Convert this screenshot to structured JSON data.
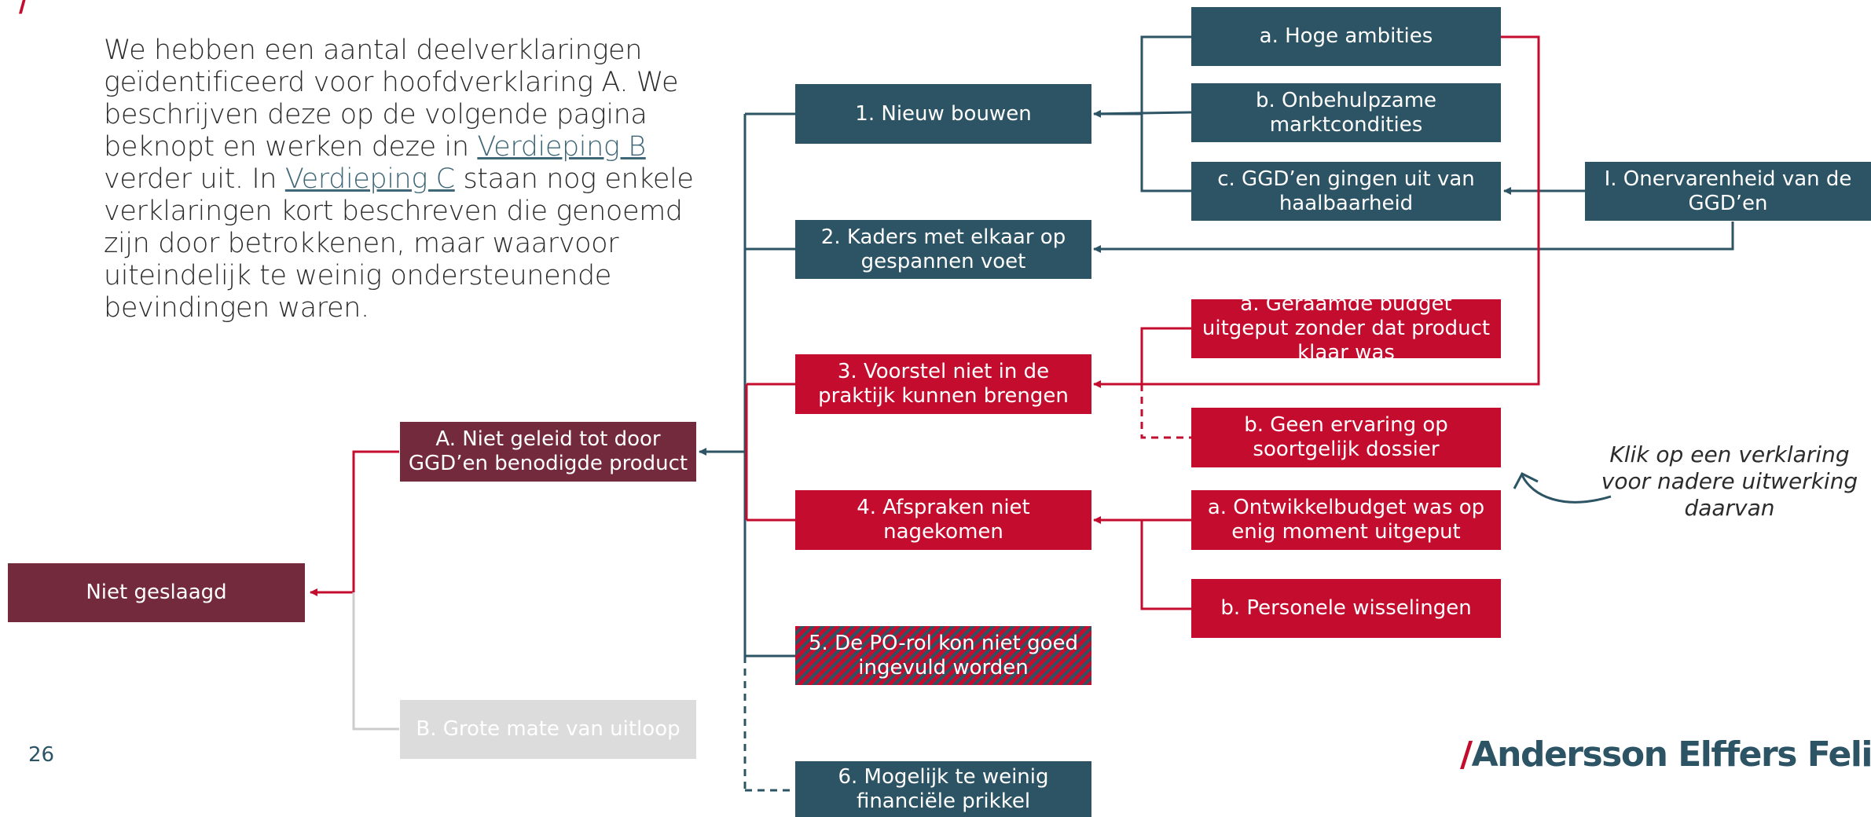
{
  "intro": {
    "part1": "We hebben een aantal deelverklaringen geïdentificeerd voor hoofdverklaring A. We beschrijven deze op de volgende pagina beknopt en werken deze in ",
    "link_b": "Verdieping B",
    "part2": " verder uit. In ",
    "link_c": "Verdieping C",
    "part3": " staan nog enkele verklaringen kort beschreven die genoemd zijn door betrokkenen, maar waarvoor uiteindelijk te weinig ondersteunende bevindingen waren."
  },
  "nodes": {
    "root": "Niet geslaagd",
    "a": "A. Niet geleid tot door GGD’en benodigde product",
    "b": "B. Grote mate van uitloop",
    "n1": "1. Nieuw bouwen",
    "n2": "2. Kaders met elkaar op gespannen voet",
    "n3": "3. Voorstel niet in de praktijk kunnen brengen",
    "n4": "4. Afspraken niet nagekomen",
    "n5": "5. De PO-rol kon niet goed ingevuld worden",
    "n6": "6. Mogelijk te weinig financiële prikkel",
    "s1a": "a. Hoge ambities",
    "s1b": "b. Onbehulpzame marktcondities",
    "s1c": "c. GGD’en gingen uit van haalbaarheid",
    "s3a": "a. Geraamde budget uitgeput zonder dat product klaar was",
    "s3b": "b. Geen ervaring op soortgelijk dossier",
    "s4a": "a. Ontwikkelbudget was op enig moment uitgeput",
    "s4b": "b. Personele wisselingen",
    "extra": "I. Onervarenheid van de GGD’en"
  },
  "note": "Klik op een verklaring voor nadere uitwerking daarvan",
  "page_number": "26",
  "logo": {
    "slash": "/",
    "text": "Andersson Elffers Felix"
  },
  "colors": {
    "teal": "#2c5464",
    "red": "#c40d2e",
    "maroon": "#732a3c",
    "grey": "#dcdcdc",
    "text": "#2b2b2b"
  }
}
